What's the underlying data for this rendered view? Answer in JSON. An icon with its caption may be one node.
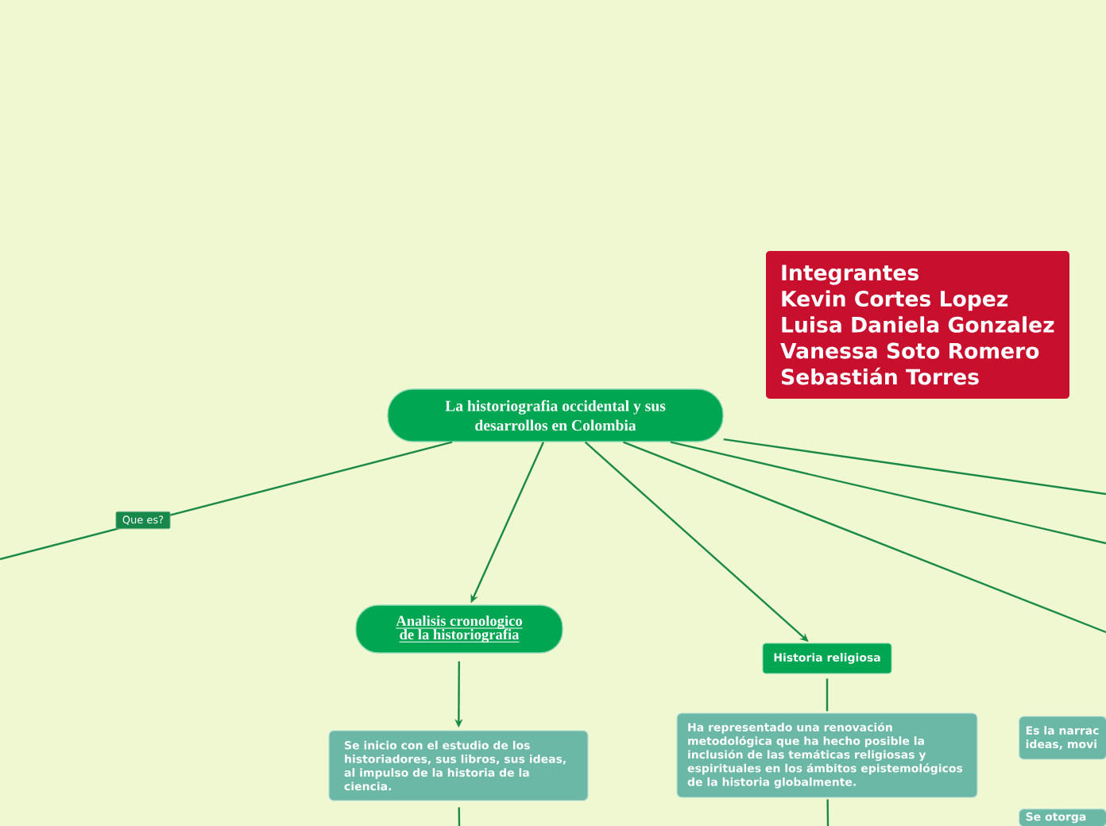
{
  "diagram": {
    "nodes": [
      {
        "text": [
          "La historiografia occidental y sus desarrollos en Colombia"
        ]
      },
      {
        "text": [
          "Integrantes",
          "Kevin Cortes Lopez",
          "Luisa Daniela Gonzalez",
          "Vanessa Soto Romero",
          "Sebastián Torres"
        ]
      },
      {
        "text": [
          "Analisis cronologico de la historiografia"
        ]
      },
      {
        "text": [
          "Se inicio con el estudio de los historiadores, sus libros, sus ideas, al impulso de la historia de la ciencia."
        ]
      },
      {
        "text": [
          "Historia religiosa"
        ]
      },
      {
        "text": [
          "Ha representado una renovación metodológica que ha hecho posible la inclusión de las temáticas religiosas y espirituales en los ámbitos epistemológicos de la historia globalmente."
        ]
      },
      {
        "text": [
          "Es la narrac ideas, movi"
        ]
      },
      {
        "text": [
          "Se otorga"
        ]
      }
    ],
    "edges": [
      {
        "from": 0,
        "to": null,
        "arrow": "none",
        "label": "Que es?"
      },
      {
        "from": 0,
        "to": 2,
        "arrow": "to"
      },
      {
        "from": 0,
        "to": 4,
        "arrow": "to"
      },
      {
        "from": 2,
        "to": 3,
        "arrow": "to"
      },
      {
        "from": 4,
        "to": 5,
        "arrow": "none"
      },
      {
        "from": 3,
        "to": null,
        "arrow": "none"
      },
      {
        "from": 5,
        "to": null,
        "arrow": "none"
      },
      {
        "from": 0,
        "to": null,
        "arrow": "none"
      },
      {
        "from": 0,
        "to": null,
        "arrow": "none"
      },
      {
        "from": 0,
        "to": null,
        "arrow": "none"
      }
    ]
  }
}
